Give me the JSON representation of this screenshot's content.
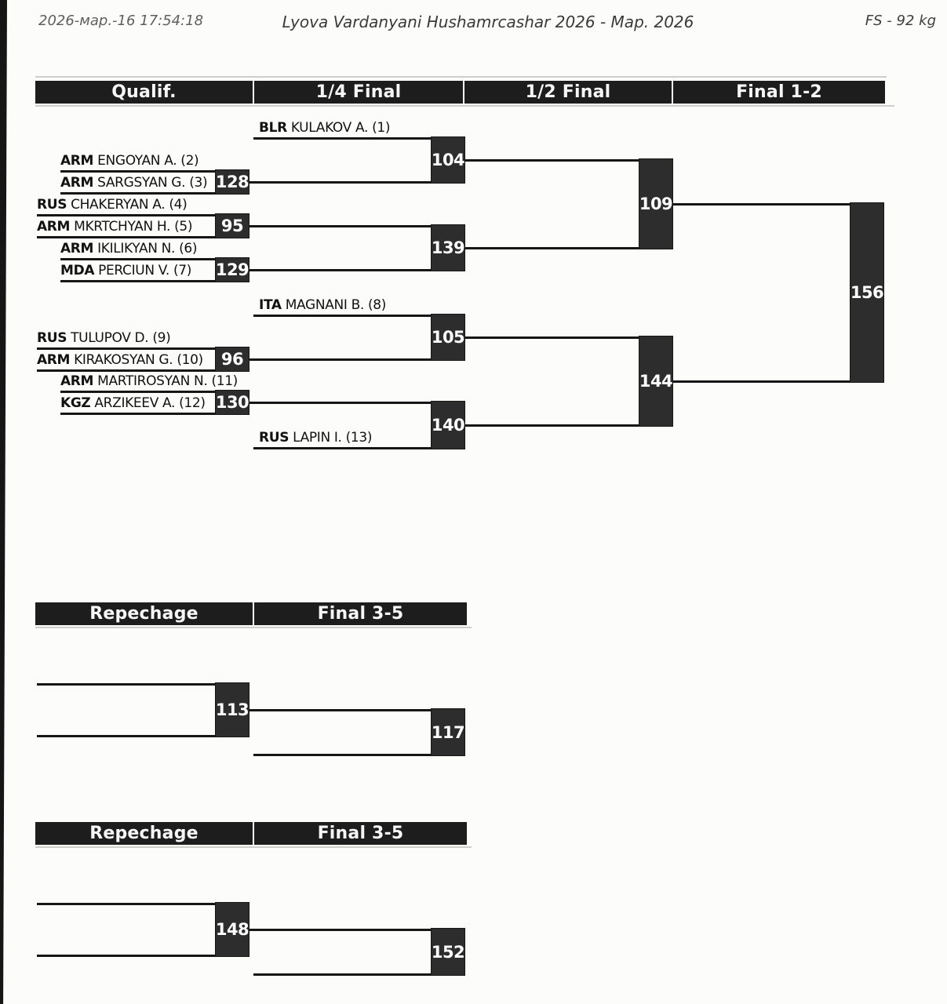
{
  "page_header": {
    "timestamp": "2026-мар.-16 17:54:18",
    "title": "Lyova Vardanyani Hushamrcashar 2026 - Мар. 2026",
    "weight_class": "FS - 92 kg"
  },
  "main_bracket": {
    "round_headers": [
      "Qualif.",
      "1/4 Final",
      "1/2 Final",
      "Final 1-2"
    ],
    "entrants": [
      {
        "country": "BLR",
        "name_seed": "KULAKOV A. (1)"
      },
      {
        "country": "ARM",
        "name_seed": "ENGOYAN A. (2)"
      },
      {
        "country": "ARM",
        "name_seed": "SARGSYAN G. (3)"
      },
      {
        "country": "RUS",
        "name_seed": "CHAKERYAN A. (4)"
      },
      {
        "country": "ARM",
        "name_seed": "MKRTCHYAN H. (5)"
      },
      {
        "country": "ARM",
        "name_seed": "IKILIKYAN N. (6)"
      },
      {
        "country": "MDA",
        "name_seed": "PERCIUN V. (7)"
      },
      {
        "country": "ITA",
        "name_seed": "MAGNANI B. (8)"
      },
      {
        "country": "RUS",
        "name_seed": "TULUPOV D. (9)"
      },
      {
        "country": "ARM",
        "name_seed": "KIRAKOSYAN G. (10)"
      },
      {
        "country": "ARM",
        "name_seed": "MARTIROSYAN N. (11)"
      },
      {
        "country": "KGZ",
        "name_seed": "ARZIKEEV A. (12)"
      },
      {
        "country": "RUS",
        "name_seed": "LAPIN I. (13)"
      }
    ],
    "qualification_matches": [
      "128",
      "95",
      "129",
      "96",
      "130"
    ],
    "quarterfinal_matches": [
      "104",
      "139",
      "105",
      "140"
    ],
    "semifinal_matches": [
      "109",
      "144"
    ],
    "final_match": "156"
  },
  "repechage_sections": [
    {
      "header_left": "Repechage",
      "header_right": "Final 3-5",
      "first_match": "113",
      "final_match": "117"
    },
    {
      "header_left": "Repechage",
      "header_right": "Final 3-5",
      "first_match": "148",
      "final_match": "152"
    }
  ],
  "colors": {
    "header_bar": "#1d1d1d",
    "match_box": "#2d2d2d",
    "line": "#161616"
  }
}
